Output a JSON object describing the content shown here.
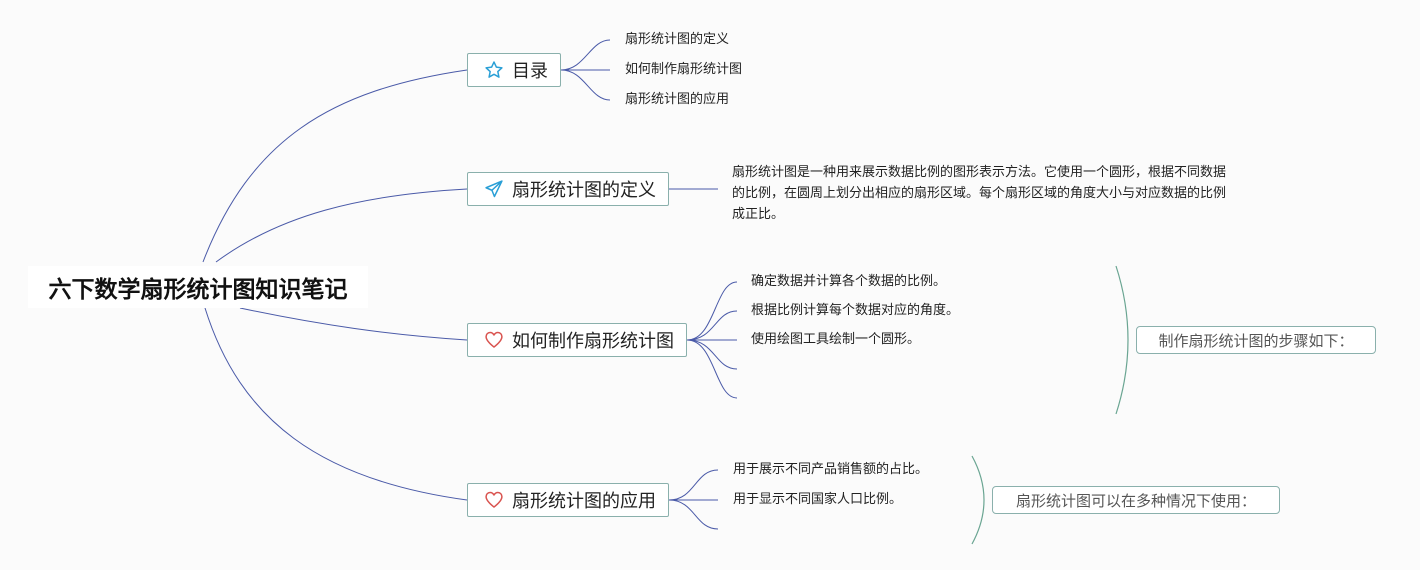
{
  "root": {
    "label": "六下数学扇形统计图知识笔记"
  },
  "branches": [
    {
      "label": "目录",
      "icon": "star-icon",
      "children": [
        "扇形统计图的定义",
        "如何制作扇形统计图",
        "扇形统计图的应用"
      ]
    },
    {
      "label": "扇形统计图的定义",
      "icon": "paper-plane-icon",
      "description": "扇形统计图是一种用来展示数据比例的图形表示方法。它使用一个圆形，根据不同数据的比例，在圆周上划分出相应的扇形区域。每个扇形区域的角度大小与对应数据的比例成正比。"
    },
    {
      "label": "如何制作扇形统计图",
      "icon": "heart-icon",
      "children": [
        "确定数据并计算各个数据的比例。",
        "根据比例计算每个数据对应的角度。",
        "使用绘图工具绘制一个圆形。"
      ],
      "summary": "制作扇形统计图的步骤如下："
    },
    {
      "label": "扇形统计图的应用",
      "icon": "heart-icon",
      "children": [
        "用于展示不同产品销售额的占比。",
        "用于显示不同国家人口比例。"
      ],
      "summary": "扇形统计图可以在多种情况下使用："
    }
  ],
  "colors": {
    "root_edge": "#4a5aa8",
    "branch_edge": "#4a5aa8",
    "bracket": "#6aa592",
    "star_icon": "#2a9fd6",
    "plane_icon": "#2a9fd6",
    "heart_icon": "#d9534f"
  }
}
